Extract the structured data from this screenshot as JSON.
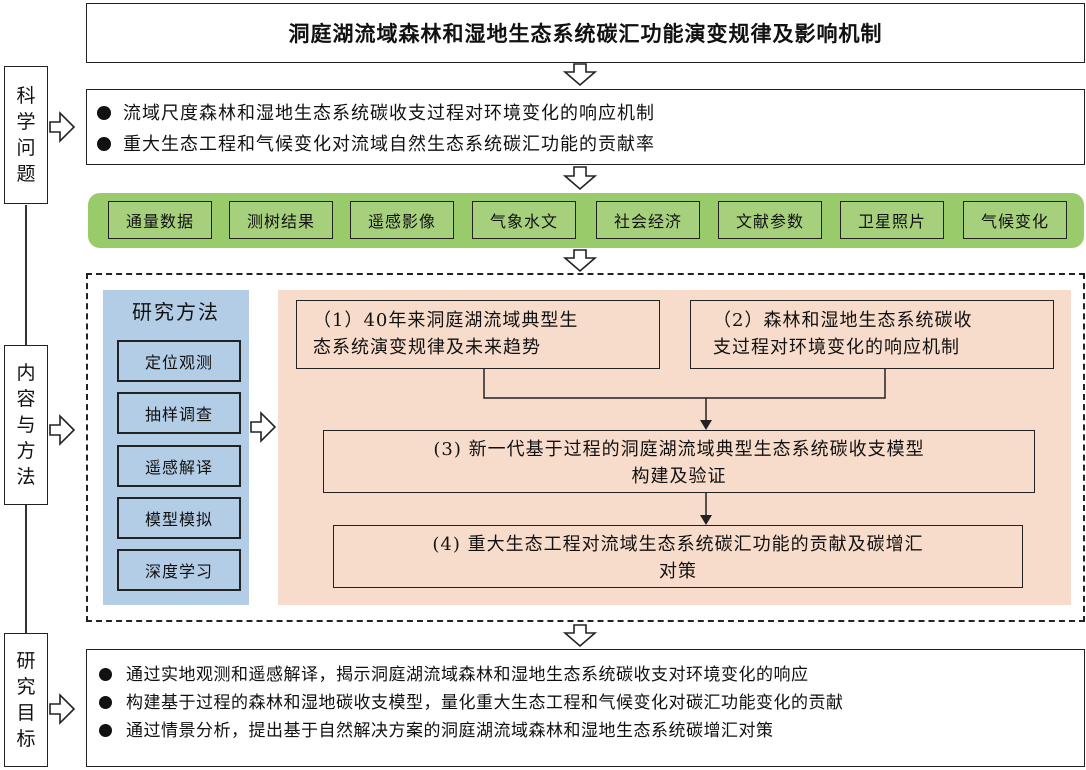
{
  "title": "洞庭湖流域森林和湿地生态系统碳汇功能演变规律及影响机制",
  "side_labels": {
    "science": "科学问题",
    "content": "内容与方法",
    "goal": "研究目标"
  },
  "science_questions": [
    "流域尺度森林和湿地生态系统碳收支过程对环境变化的响应机制",
    "重大生态工程和气候变化对流域自然生态系统碳汇功能的贡献率"
  ],
  "data_sources": [
    "通量数据",
    "测树结果",
    "遥感影像",
    "气象水文",
    "社会经济",
    "文献参数",
    "卫星照片",
    "气候变化"
  ],
  "methods": {
    "title": "研究方法",
    "items": [
      "定位观测",
      "抽样调查",
      "遥感解译",
      "模型模拟",
      "深度学习"
    ]
  },
  "contents": {
    "c1": {
      "line1": "（1）40年来洞庭湖流域典型生",
      "line2": "态系统演变规律及未来趋势"
    },
    "c2": {
      "line1": "（2）森林和湿地生态系统碳收",
      "line2": "支过程对环境变化的响应机制"
    },
    "c3": {
      "line1": "(3) 新一代基于过程的洞庭湖流域典型生态系统碳收支模型",
      "line2": "构建及验证"
    },
    "c4": {
      "line1": "(4) 重大生态工程对流域生态系统碳汇功能的贡献及碳增汇",
      "line2": "对策"
    }
  },
  "goals": [
    "通过实地观测和遥感解译，揭示洞庭湖流域森林和湿地生态系统碳收支对环境变化的响应",
    "构建基于过程的森林和湿地碳收支模型，量化重大生态工程和气候变化对碳汇功能变化的贡献",
    "通过情景分析，提出基于自然解决方案的洞庭湖流域森林和湿地生态系统碳增汇对策"
  ],
  "colors": {
    "data_band": "#9acb6b",
    "data_chip": "#a6d07c",
    "methods_panel": "#b4cde6",
    "content_panel": "#f8dccb"
  }
}
